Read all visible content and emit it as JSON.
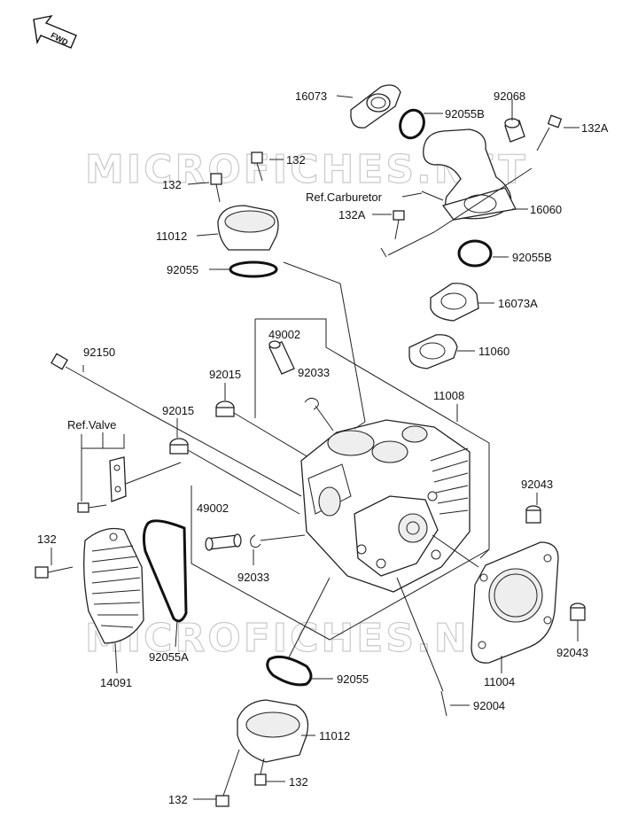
{
  "watermark": "MICROFICHES.NET",
  "fwd_label": "FWD",
  "labels": {
    "l_16073": "16073",
    "l_92055B_top": "92055B",
    "l_92068": "92068",
    "l_132A_top": "132A",
    "l_132_a": "132",
    "l_132_b": "132",
    "l_ref_carb": "Ref.Carburetor",
    "l_132A_mid": "132A",
    "l_16060": "16060",
    "l_11012_top": "11012",
    "l_92055B_mid": "92055B",
    "l_92055_top": "92055",
    "l_16073A": "16073A",
    "l_49002_top": "49002",
    "l_92033_top": "92033",
    "l_11060": "11060",
    "l_92150": "92150",
    "l_92015_a": "92015",
    "l_92015_b": "92015",
    "l_11008": "11008",
    "l_ref_valve": "Ref.Valve",
    "l_92043_top": "92043",
    "l_49002_bot": "49002",
    "l_132_left": "132",
    "l_92033_bot": "92033",
    "l_92055A": "92055A",
    "l_92043_bot": "92043",
    "l_14091": "14091",
    "l_11004": "11004",
    "l_92055_bot": "92055",
    "l_92004": "92004",
    "l_11012_bot": "11012",
    "l_132_bot_r": "132",
    "l_132_bot_l": "132"
  }
}
